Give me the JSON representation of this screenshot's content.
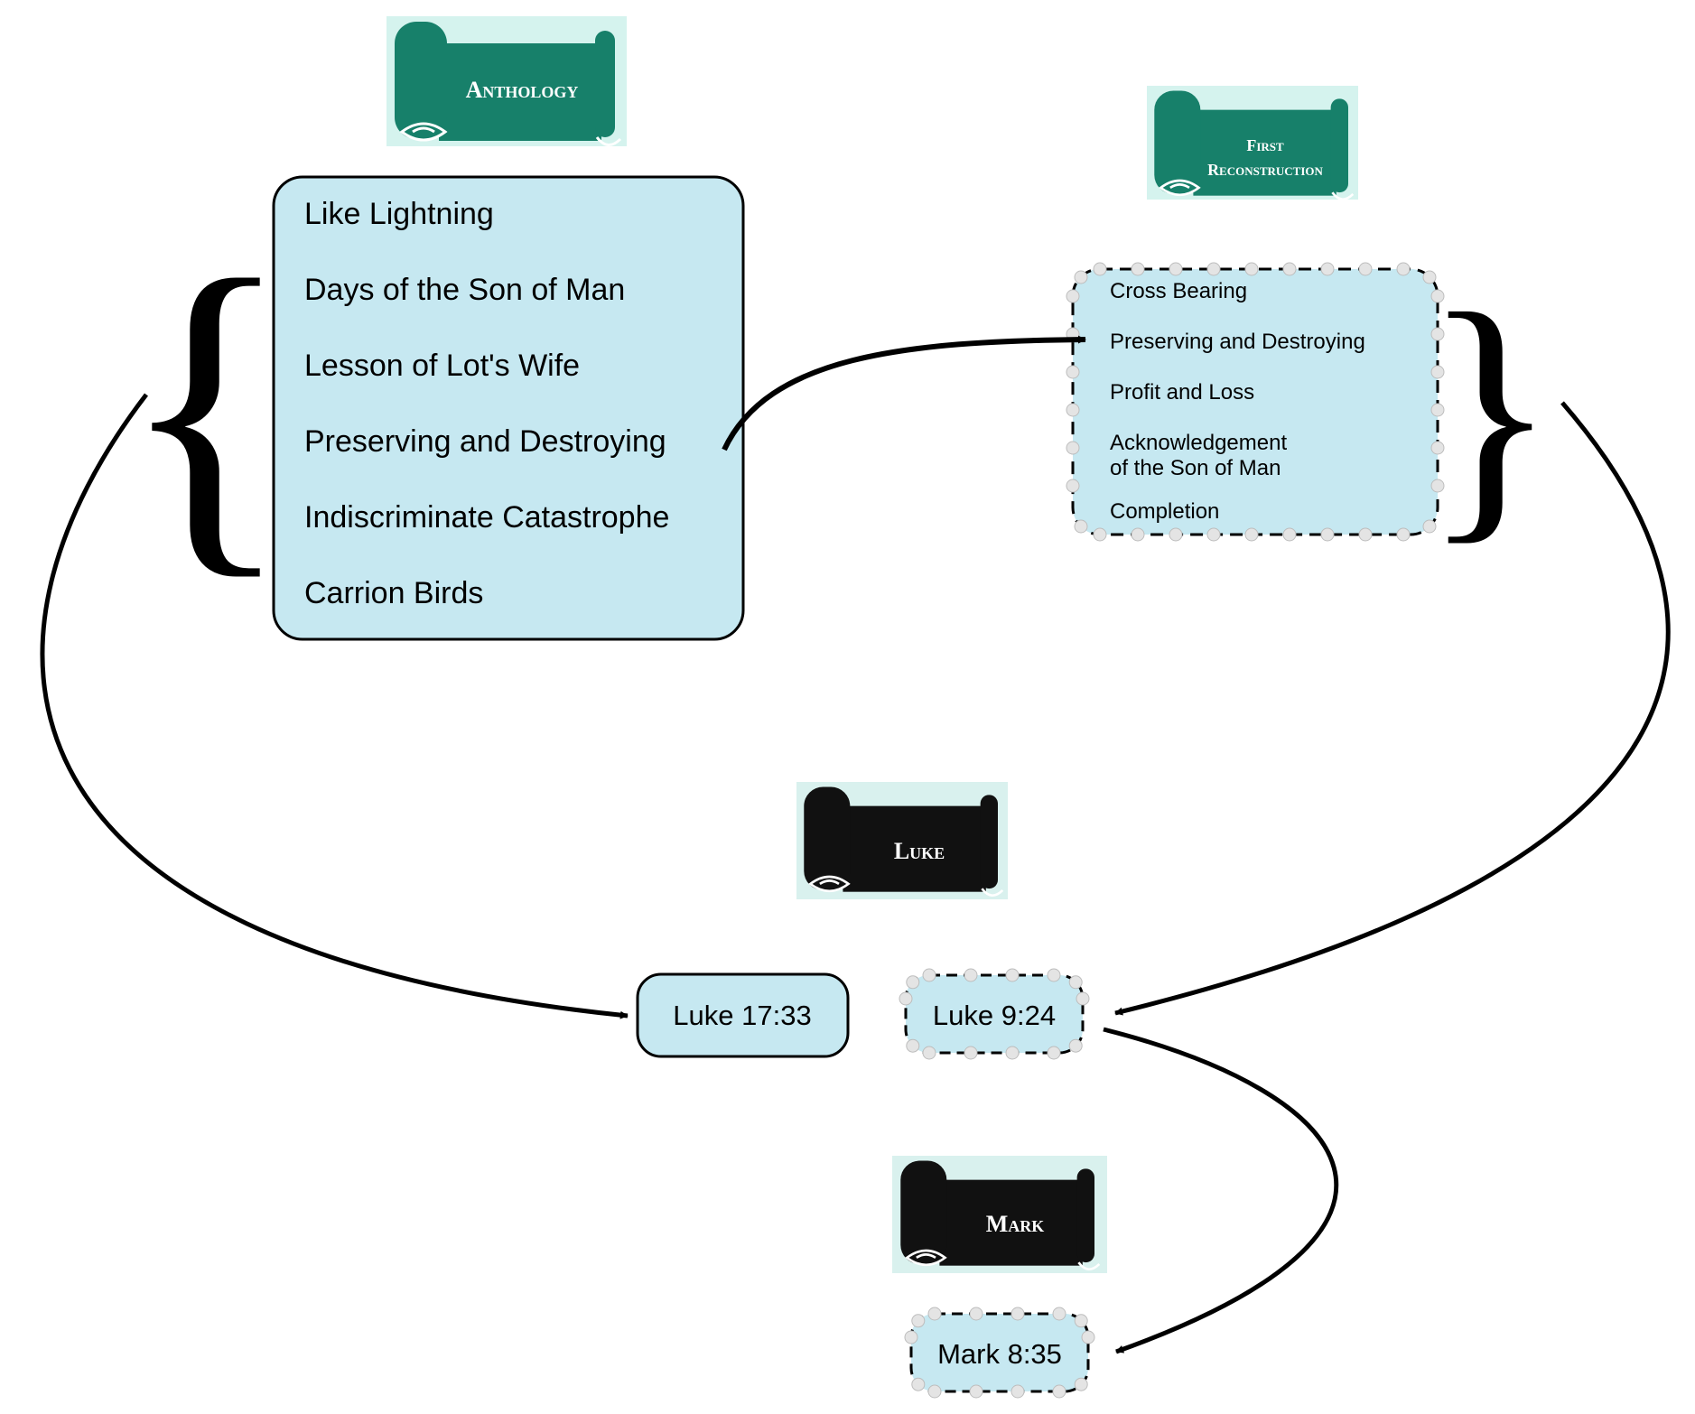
{
  "scrolls": {
    "anthology": {
      "label": "Anthology",
      "color": "#17806a"
    },
    "first_reconstruction": {
      "line1": "First",
      "line2": "Reconstruction",
      "color": "#17806a"
    },
    "luke": {
      "label": "Luke",
      "color": "#111111"
    },
    "mark": {
      "label": "Mark",
      "color": "#111111"
    }
  },
  "anthology_list": [
    "Like Lightning",
    "Days of the Son of Man",
    "Lesson of Lot's Wife",
    "Preserving and Destroying",
    "Indiscriminate Catastrophe",
    "Carrion Birds"
  ],
  "first_reconstruction_list": [
    "Cross Bearing",
    "Preserving and Destroying",
    "Profit and Loss",
    "Acknowledgement",
    "of the Son of Man",
    "Completion"
  ],
  "references": {
    "luke_17_33": "Luke 17:33",
    "luke_9_24": "Luke 9:24",
    "mark_8_35": "Mark 8:35"
  },
  "colors": {
    "box_fill": "#c6e8f1",
    "scroll_backdrop_green": "#d5f3ee",
    "scroll_backdrop_dark": "#d9f1ee"
  }
}
